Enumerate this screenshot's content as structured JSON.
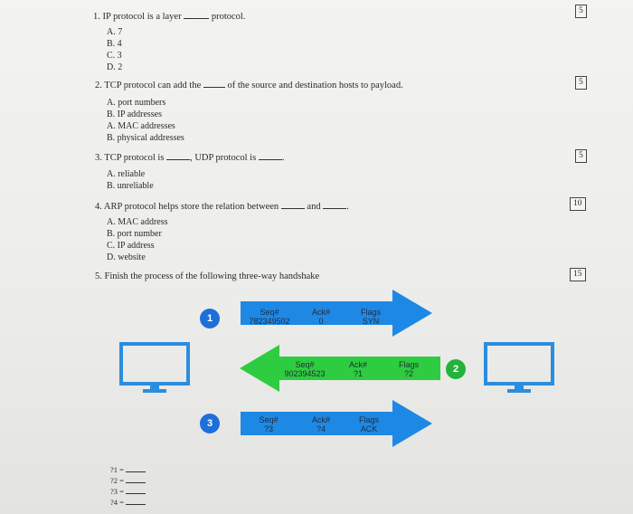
{
  "q1": {
    "text_a": "1. IP protocol is a layer",
    "text_b": "protocol.",
    "points": "5",
    "options": [
      "A. 7",
      "B. 4",
      "C. 3",
      "D. 2"
    ]
  },
  "q2": {
    "text_a": "2. TCP protocol can add the",
    "text_b": "of the source and destination hosts to payload.",
    "points": "5",
    "options": [
      "A. port numbers",
      "B. IP addresses",
      "A. MAC addresses",
      "B. physical addresses"
    ]
  },
  "q3": {
    "text_a": "3. TCP protocol is",
    "text_b": ", UDP protocol is",
    "text_c": ".",
    "points": "5",
    "options": [
      "A. reliable",
      "B. unreliable"
    ]
  },
  "q4": {
    "text_a": "4. ARP protocol helps store the relation between",
    "text_b": "and",
    "text_c": ".",
    "points": "10",
    "options": [
      "A. MAC address",
      "B. port number",
      "C. IP address",
      "D. website"
    ]
  },
  "q5": {
    "text": "5. Finish the process of the following three-way handshake",
    "points": "15"
  },
  "handshake": {
    "step1": {
      "num": "1",
      "seq_label": "Seq#",
      "seq_value": "782349502",
      "ack_label": "Ack#",
      "ack_value": "0",
      "flags_label": "Flags",
      "flags_value": "SYN"
    },
    "step2": {
      "num": "2",
      "seq_label": "Seq#",
      "seq_value": "902394523",
      "ack_label": "Ack#",
      "ack_value": "?1",
      "flags_label": "Flags",
      "flags_value": "?2"
    },
    "step3": {
      "num": "3",
      "seq_label": "Seq#",
      "seq_value": "?3",
      "ack_label": "Ack#",
      "ack_value": "?4",
      "flags_label": "Flags",
      "flags_value": "ACK"
    }
  },
  "answers": [
    "?1 =",
    "?2 =",
    "?3 =",
    "?4 ="
  ],
  "colors": {
    "blue_arrow": "#1e88e5",
    "green_arrow": "#2ecc40",
    "badge_blue": "#1e6fd9",
    "badge_green": "#22b43a",
    "monitor": "#2a8ee0"
  }
}
